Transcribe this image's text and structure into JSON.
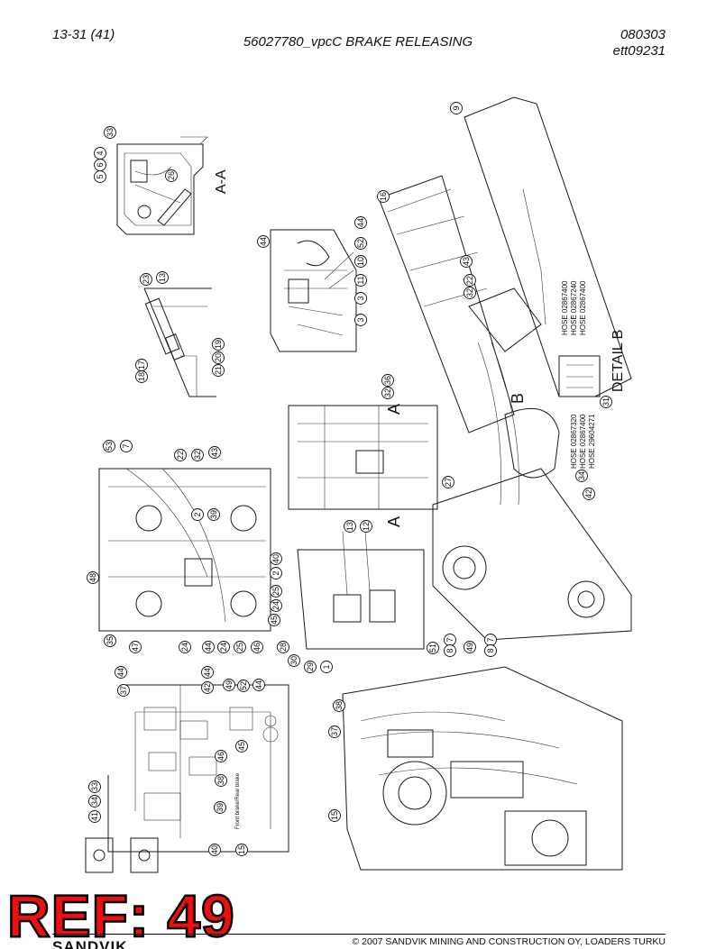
{
  "header": {
    "page": "13-31 (41)",
    "title": "56027780_vpcC BRAKE RELEASING",
    "date": "080303",
    "code": "ett09231"
  },
  "labels": {
    "section_aa": "A-A",
    "detail_b": "DETAIL B",
    "view_b": "B",
    "view_a_upper": "A",
    "view_a_lower": "A",
    "front_brake": "Front brake/Rear brake"
  },
  "hoses": {
    "upper": [
      "HOSE 02867400",
      "HOSE 02867240",
      "HOSE 02867400"
    ],
    "lower": [
      "HOSE 02867320",
      "HOSE 02867400",
      "HOSE 29604271"
    ]
  },
  "callouts": {
    "aa": [
      "33",
      "4",
      "6",
      "5",
      "26"
    ],
    "lower_mid": [
      "44",
      "44",
      "52",
      "10",
      "11",
      "3",
      "3"
    ],
    "cyl": [
      "23",
      "13",
      "17",
      "18",
      "19",
      "20",
      "21"
    ],
    "main": [
      "9",
      "16",
      "43",
      "22",
      "32",
      "36",
      "32",
      "27",
      "34",
      "42",
      "31"
    ],
    "left": [
      "53",
      "7",
      "22",
      "32",
      "43",
      "2",
      "39",
      "40",
      "2",
      "25",
      "24",
      "45",
      "48",
      "35",
      "47",
      "24",
      "44",
      "24",
      "25",
      "46"
    ],
    "valve": [
      "13",
      "12",
      "28",
      "30",
      "29",
      "1"
    ],
    "schem": [
      "44",
      "37",
      "44",
      "42",
      "52",
      "49",
      "44",
      "45",
      "46",
      "38",
      "33",
      "34",
      "41",
      "39",
      "40",
      "15"
    ],
    "bottom": [
      "51",
      "7",
      "8",
      "49",
      "7",
      "8",
      "38",
      "37",
      "15"
    ]
  },
  "stamp": {
    "ref": "REF: 49",
    "logo": "SANDVIK"
  },
  "footer": {
    "copyright": "© 2007 SANDVIK MINING AND CONSTRUCTION OY, LOADERS TURKU"
  }
}
